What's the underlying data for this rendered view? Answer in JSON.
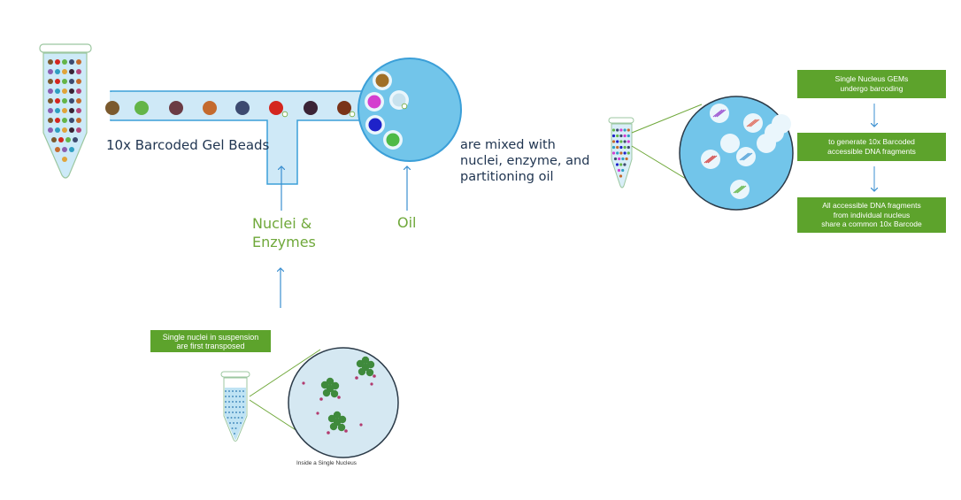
{
  "labels": {
    "beads": "10x Barcoded Gel Beads",
    "mixed": "are mixed with nuclei, enzyme, and partitioning oil",
    "nuclei_enzymes": "Nuclei & Enzymes",
    "oil": "Oil",
    "inside_nucleus": "Inside a Single Nucleus"
  },
  "boxes": {
    "suspension": [
      "Single nuclei in suspension",
      "are first transposed"
    ],
    "gems": [
      "Single Nucleus GEMs",
      "undergo barcoding"
    ],
    "fragments": [
      "to generate 10x Barcoded",
      "accessible DNA fragments"
    ],
    "common": [
      "All accessible DNA fragments",
      "from individual nucleus",
      "share a common 10x Barcode"
    ]
  },
  "colors": {
    "channel_fill": "#cfe9f7",
    "channel_stroke": "#3b9fd8",
    "droplet": "#72c5ea",
    "green_box": "#5da32c",
    "arrow": "#3b8fd0",
    "green_text": "#6fa83a",
    "dark_text": "#1f3450"
  },
  "bead_colors_channel": [
    "#7b5a2e",
    "#63b548",
    "#6b3b44",
    "#c46a2e",
    "#3d4a70",
    "#d4261f",
    "#3a2336",
    "#7a3318"
  ],
  "bead_colors_droplet": [
    "#a07028",
    "#c8e2ee",
    "#d43fcf",
    "#1e22c9",
    "#4fba47"
  ]
}
